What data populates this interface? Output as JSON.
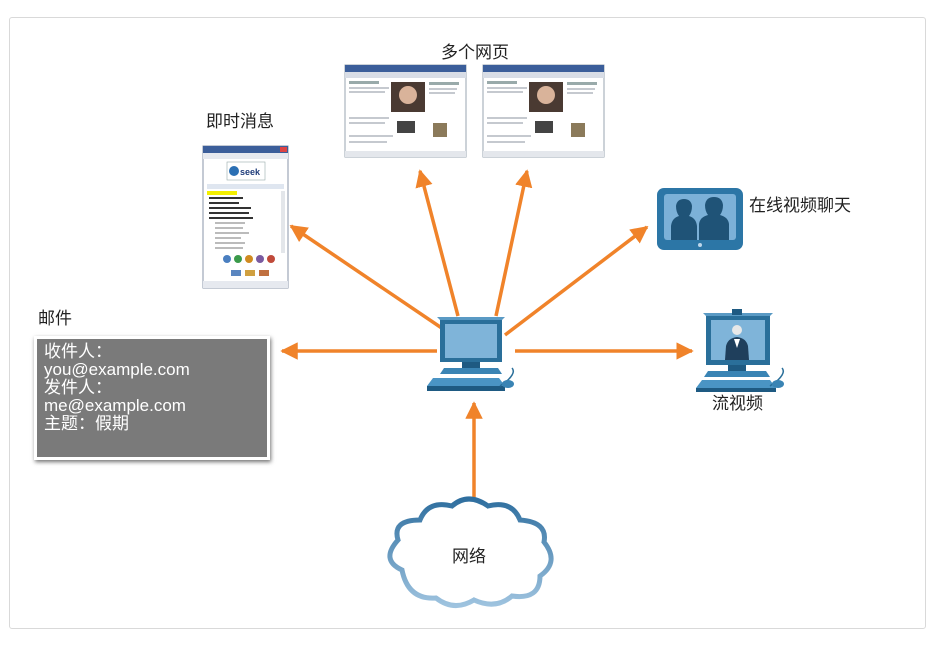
{
  "labels": {
    "web_pages": "多个网页",
    "instant_message": "即时消息",
    "video_chat": "在线视频聊天",
    "email": "邮件",
    "streaming": "流视频",
    "network": "网络"
  },
  "email_box": {
    "to_label": "收件人：",
    "to_value": "you@example.com",
    "from_label": "发件人：",
    "from_value": "me@example.com",
    "subject": "主题：假期"
  },
  "im_window": {
    "brand": "seek"
  },
  "colors": {
    "arrow": "#f0832a",
    "device_blue": "#2a6f9a",
    "mail_bg": "#7a7a7a",
    "cloud_stroke": "#3f7fae"
  },
  "icons": [
    "computer-icon",
    "cloud-icon",
    "web-page-icon",
    "im-window-icon",
    "video-chat-icon",
    "streaming-video-icon"
  ]
}
